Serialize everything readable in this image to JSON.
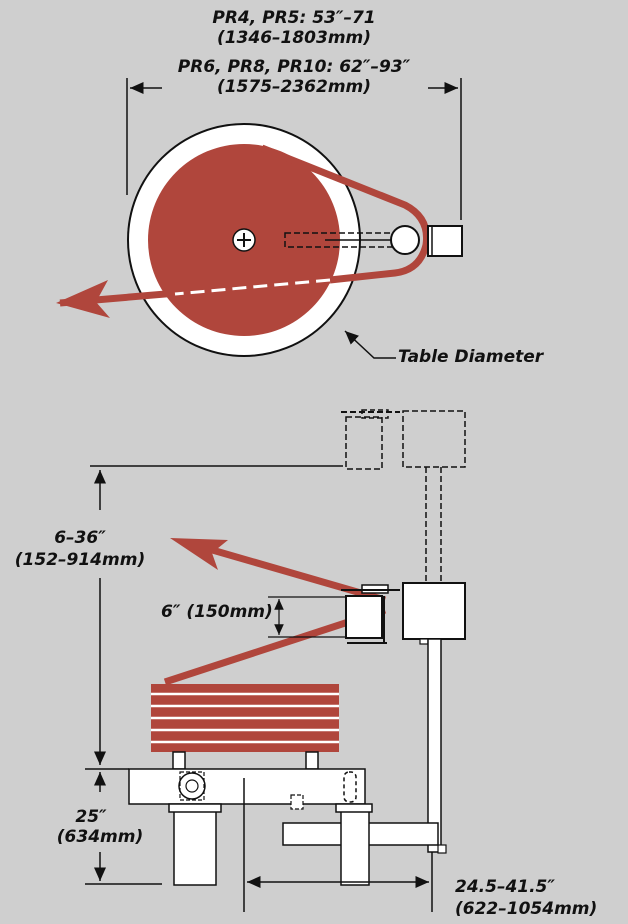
{
  "top_view": {
    "span_label_line1": "PR4, PR5: 53″–71",
    "span_label_line2": "(1346–1803mm)",
    "span_label_line3": "PR6, PR8, PR10: 62″–93″",
    "span_label_line4": "(1575–2362mm)",
    "table_label": "Table Diameter"
  },
  "side_view": {
    "stroke_label_line1": "6–36″",
    "stroke_label_line2": "(152–914mm)",
    "head_label": "6″ (150mm)",
    "height_label_line1": "25″",
    "height_label_line2": "(634mm)",
    "reach_label_line1": "24.5–41.5″",
    "reach_label_line2": "(622–1054mm)"
  },
  "colors": {
    "background": "#cfcfcf",
    "strap": "#b0463c",
    "line": "#111111",
    "fill": "#ffffff"
  }
}
